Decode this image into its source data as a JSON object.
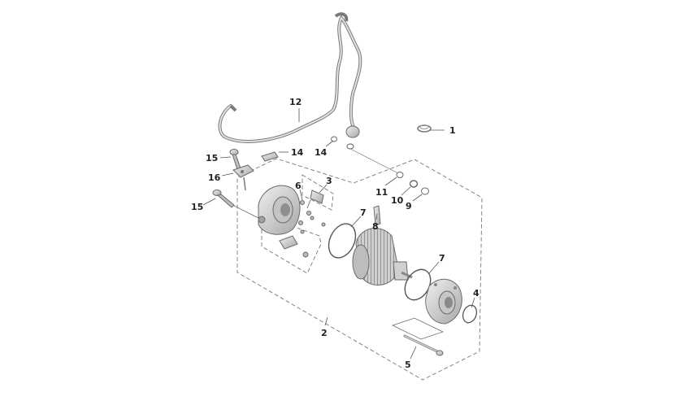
{
  "diagram": {
    "callouts": [
      {
        "id": "c1",
        "label": "1"
      },
      {
        "id": "c2",
        "label": "2"
      },
      {
        "id": "c3",
        "label": "3"
      },
      {
        "id": "c4",
        "label": "4"
      },
      {
        "id": "c5",
        "label": "5"
      },
      {
        "id": "c6",
        "label": "6"
      },
      {
        "id": "c7a",
        "label": "7"
      },
      {
        "id": "c7b",
        "label": "7"
      },
      {
        "id": "c8",
        "label": "8"
      },
      {
        "id": "c9",
        "label": "9"
      },
      {
        "id": "c10",
        "label": "10"
      },
      {
        "id": "c11",
        "label": "11"
      },
      {
        "id": "c12",
        "label": "12"
      },
      {
        "id": "c14a",
        "label": "14"
      },
      {
        "id": "c14b",
        "label": "14"
      },
      {
        "id": "c15a",
        "label": "15"
      },
      {
        "id": "c15b",
        "label": "15"
      },
      {
        "id": "c16",
        "label": "16"
      }
    ],
    "colors": {
      "part_fill": "#d9d9d9",
      "part_dark": "#9a9a9a",
      "lines": "#666666"
    }
  }
}
